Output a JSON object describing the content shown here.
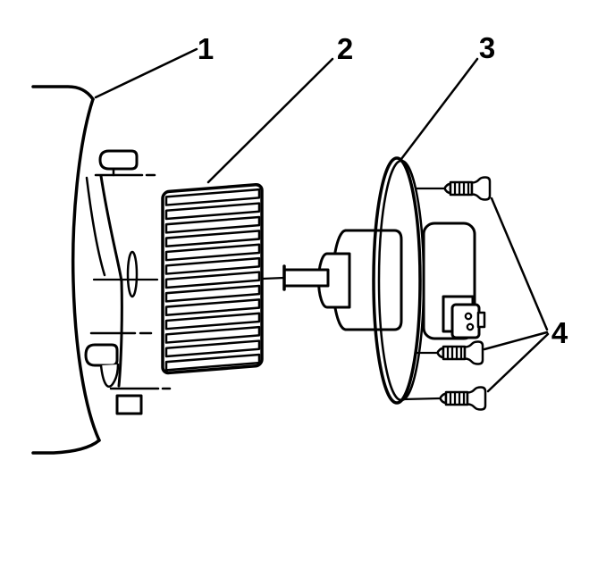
{
  "figure": {
    "kind": "exploded-parts-diagram",
    "background_color": "#ffffff",
    "line_color": "#000000",
    "callouts": [
      {
        "label": "1",
        "points_to": "housing"
      },
      {
        "label": "2",
        "points_to": "blower-wheel"
      },
      {
        "label": "3",
        "points_to": "motor-mounting-plate"
      },
      {
        "label": "4",
        "points_to": "mounting-screws"
      }
    ]
  }
}
